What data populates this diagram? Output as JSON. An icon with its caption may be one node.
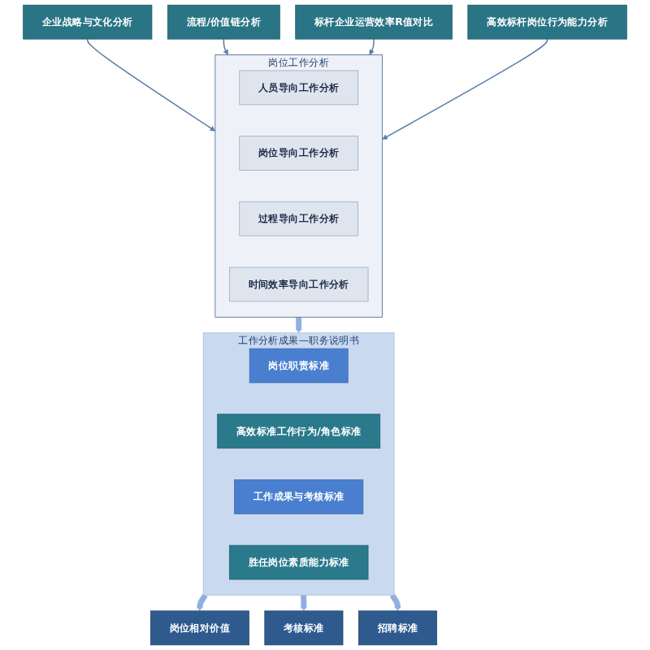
{
  "diagram": {
    "nodes": [
      {
        "text": [
          "岗位工作分析"
        ]
      },
      {
        "text": [
          "人员导向工作分析"
        ],
        "in": 0
      },
      {
        "text": [
          "岗位导向工作分析"
        ],
        "in": 0
      },
      {
        "text": [
          "过程导向工作分析"
        ],
        "in": 0
      },
      {
        "text": [
          "时间效率导向工作分析"
        ],
        "in": 0
      },
      {
        "text": [
          "企业战略与文化分析"
        ]
      },
      {
        "text": [
          "流程/价值链分析"
        ]
      },
      {
        "text": [
          "标杆企业运营效率R值对比"
        ]
      },
      {
        "text": [
          "高效标杆岗位行为能力分析"
        ]
      },
      {
        "text": [
          "工作分析成果—职务说明书"
        ]
      },
      {
        "text": [
          "岗位职责标准"
        ],
        "in": 9
      },
      {
        "text": [
          "高效标准工作行为/角色标准"
        ],
        "in": 9
      },
      {
        "text": [
          "工作成果与考核标准"
        ],
        "in": 9
      },
      {
        "text": [
          "胜任岗位素质能力标准"
        ],
        "in": 9
      },
      {
        "text": [
          "岗位相对价值"
        ]
      },
      {
        "text": [
          "考核标准"
        ]
      },
      {
        "text": [
          "招聘标准"
        ]
      }
    ],
    "edges": [
      {
        "from": 5,
        "to": 0,
        "arrow": "to"
      },
      {
        "from": 6,
        "to": 0,
        "arrow": "to"
      },
      {
        "from": 7,
        "to": 0,
        "arrow": "to"
      },
      {
        "from": 8,
        "to": 0,
        "arrow": "to"
      },
      {
        "from": 0,
        "to": 9,
        "arrow": "to",
        "style": "thick"
      },
      {
        "from": 9,
        "to": 14,
        "arrow": "to",
        "style": "thick"
      },
      {
        "from": 9,
        "to": 15,
        "arrow": "to",
        "style": "thick"
      },
      {
        "from": 9,
        "to": 16,
        "arrow": "to",
        "style": "thick"
      }
    ]
  }
}
